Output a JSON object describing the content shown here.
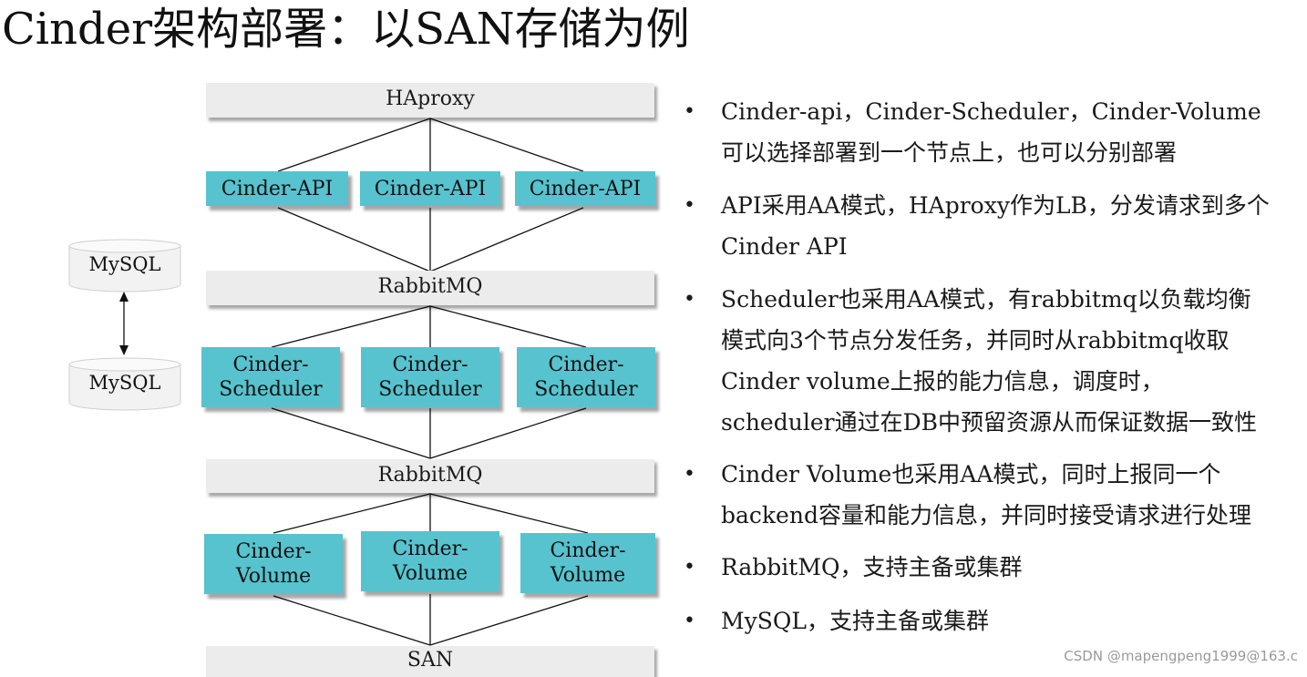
{
  "title": "Cinder架构部署：以SAN存储为例",
  "diagram": {
    "haproxy": "HAproxy",
    "api_nodes": [
      "Cinder-API",
      "Cinder-API",
      "Cinder-API"
    ],
    "rabbitmq_top": "RabbitMQ",
    "scheduler_nodes": [
      "Cinder-\nScheduler",
      "Cinder-\nScheduler",
      "Cinder-\nScheduler"
    ],
    "rabbitmq_bottom": "RabbitMQ",
    "volume_nodes": [
      "Cinder-\nVolume",
      "Cinder-\nVolume",
      "Cinder-\nVolume"
    ],
    "san": "SAN",
    "mysql_top": "MySQL",
    "mysql_bottom": "MySQL"
  },
  "bullets": [
    [
      "Cinder-api，Cinder-Scheduler，Cinder-Volume",
      "可以选择部署到一个节点上，也可以分别部署"
    ],
    [
      "API采用AA模式，HAproxy作为LB，分发请求到多个",
      "Cinder API"
    ],
    [
      "Scheduler也采用AA模式，有rabbitmq以负载均衡",
      "模式向3个节点分发任务，并同时从rabbitmq收取",
      "Cinder volume上报的能力信息，调度时，",
      "scheduler通过在DB中预留资源从而保证数据一致性"
    ],
    [
      "Cinder Volume也采用AA模式，同时上报同一个",
      "backend容量和能力信息，并同时接受请求进行处理"
    ],
    [
      "RabbitMQ，支持主备或集群"
    ],
    [
      "MySQL，支持主备或集群"
    ]
  ],
  "bullet_symbol": "•",
  "watermark": "CSDN @mapengpeng1999@163.c",
  "colors": {
    "node": "#56c3cf",
    "bar": "#ececec"
  }
}
